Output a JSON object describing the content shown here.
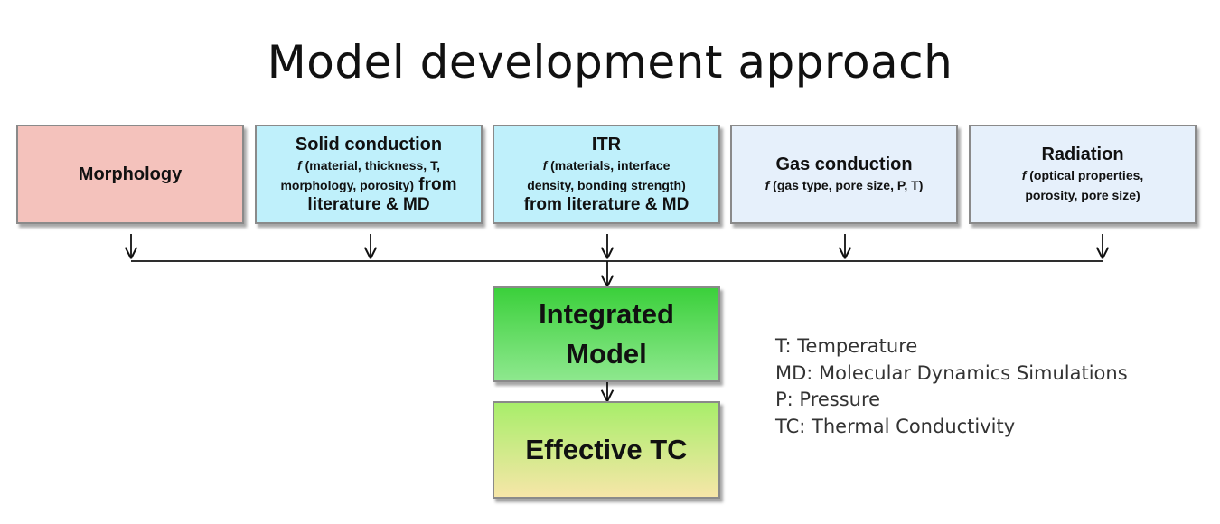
{
  "title": "Model development approach",
  "inputs": [
    {
      "head": "Morphology"
    },
    {
      "head": "Solid conduction",
      "sub_f": "f",
      "sub": " (material, thickness, T,",
      "sub2": "morphology, porosity)",
      "big": " from",
      "big2": "literature & MD"
    },
    {
      "head": "ITR",
      "sub_f": "f",
      "sub": " (materials, interface",
      "sub2": "density, bonding strength)",
      "big2": "from literature & MD"
    },
    {
      "head": "Gas conduction",
      "sub_f": "f",
      "sub": " (gas type, pore size, P, T)"
    },
    {
      "head": "Radiation",
      "sub_f": "f",
      "sub": " (optical properties,",
      "sub2": "porosity, pore size)"
    }
  ],
  "integrated": {
    "line1": "Integrated",
    "line2": "Model"
  },
  "output": {
    "label": "Effective TC"
  },
  "legend": [
    "T: Temperature",
    "MD: Molecular Dynamics Simulations",
    "P: Pressure",
    "TC: Thermal Conductivity"
  ]
}
